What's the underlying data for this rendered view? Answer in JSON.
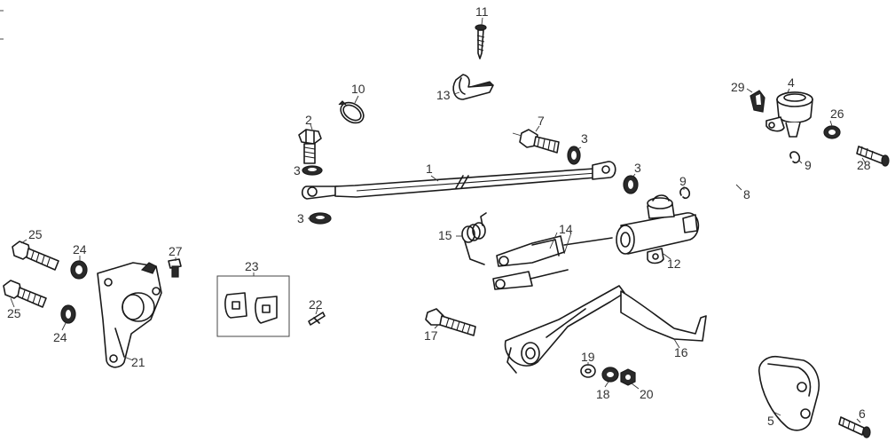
{
  "callouts": {
    "c1": "1",
    "c2": "2",
    "c3a": "3",
    "c3b": "3",
    "c3c": "3",
    "c3d": "3",
    "c4": "4",
    "c5": "5",
    "c6": "6",
    "c7": "7",
    "c8": "8",
    "c9a": "9",
    "c9b": "9",
    "c10": "10",
    "c11": "11",
    "c12": "12",
    "c13": "13",
    "c14": "14",
    "c15": "15",
    "c16": "16",
    "c17": "17",
    "c18": "18",
    "c19": "19",
    "c20": "20",
    "c21": "21",
    "c22": "22",
    "c23": "23",
    "c24a": "24",
    "c24b": "24",
    "c25a": "25",
    "c25b": "25",
    "c26": "26",
    "c27": "27",
    "c28": "28",
    "c29": "29"
  }
}
